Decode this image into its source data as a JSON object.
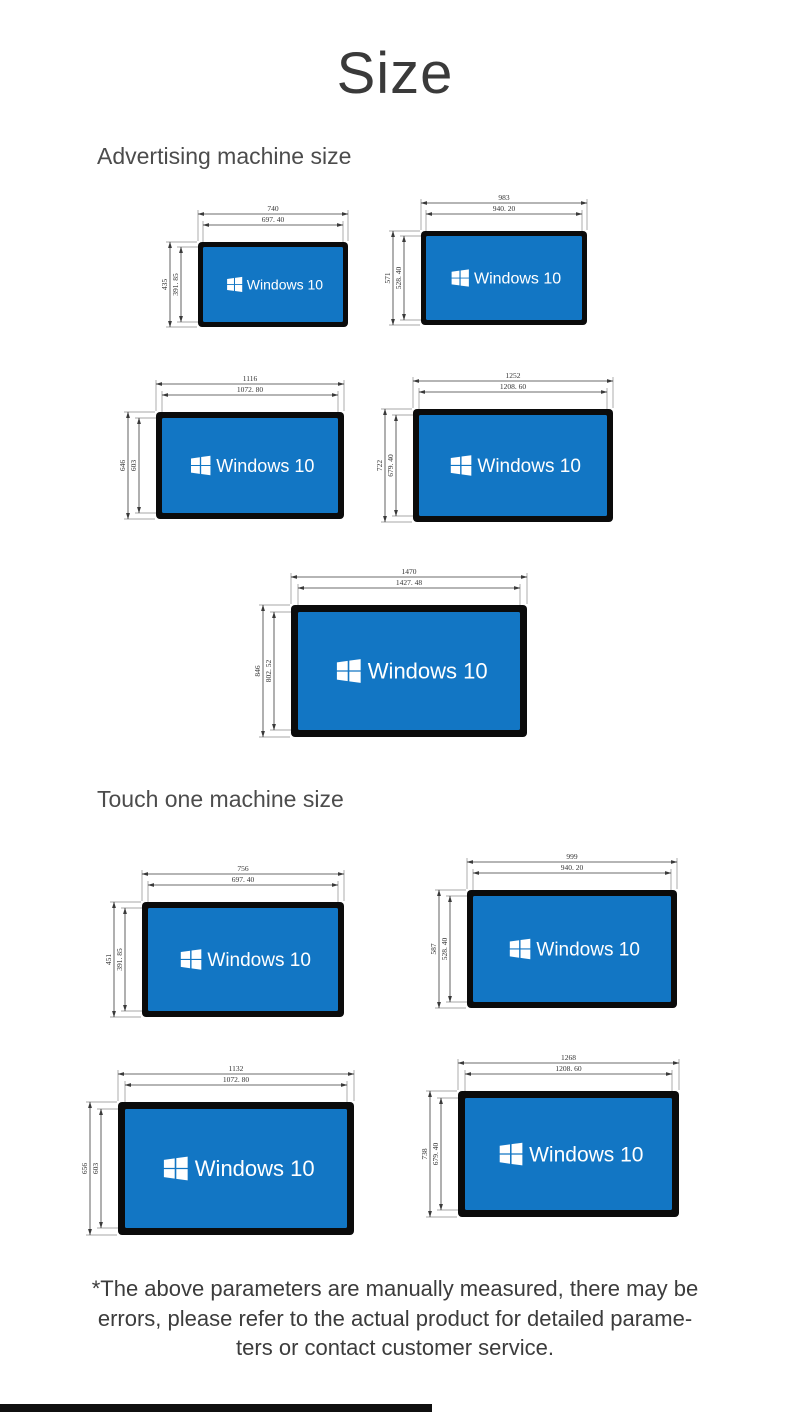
{
  "page": {
    "title": "Size"
  },
  "screen_label": "Windows 10",
  "colors": {
    "bezel": "#0b0b0b",
    "screen": "#1276c4",
    "dim_line": "#3a3a3a",
    "footer_bar": "#101010"
  },
  "sections": [
    {
      "heading": "Advertising machine size",
      "monitors": [
        {
          "outer_width": "740",
          "inner_width": "697. 40",
          "outer_height": "435",
          "inner_height": "391. 85"
        },
        {
          "outer_width": "983",
          "inner_width": "940. 20",
          "outer_height": "571",
          "inner_height": "528. 40"
        },
        {
          "outer_width": "1116",
          "inner_width": "1072. 80",
          "outer_height": "646",
          "inner_height": "603"
        },
        {
          "outer_width": "1252",
          "inner_width": "1208. 60",
          "outer_height": "722",
          "inner_height": "679. 40"
        },
        {
          "outer_width": "1470",
          "inner_width": "1427. 48",
          "outer_height": "846",
          "inner_height": "802. 52"
        }
      ]
    },
    {
      "heading": "Touch one machine size",
      "monitors": [
        {
          "outer_width": "756",
          "inner_width": "697. 40",
          "outer_height": "451",
          "inner_height": "391. 85"
        },
        {
          "outer_width": "999",
          "inner_width": "940. 20",
          "outer_height": "587",
          "inner_height": "528. 40"
        },
        {
          "outer_width": "1132",
          "inner_width": "1072. 80",
          "outer_height": "656",
          "inner_height": "603"
        },
        {
          "outer_width": "1268",
          "inner_width": "1208. 60",
          "outer_height": "738",
          "inner_height": "679. 40"
        }
      ]
    }
  ],
  "disclaimer": {
    "lines": [
      "*The above parameters are manually measured, there may be",
      "errors, please refer to the actual product for detailed parame-",
      "ters or contact customer service."
    ]
  }
}
